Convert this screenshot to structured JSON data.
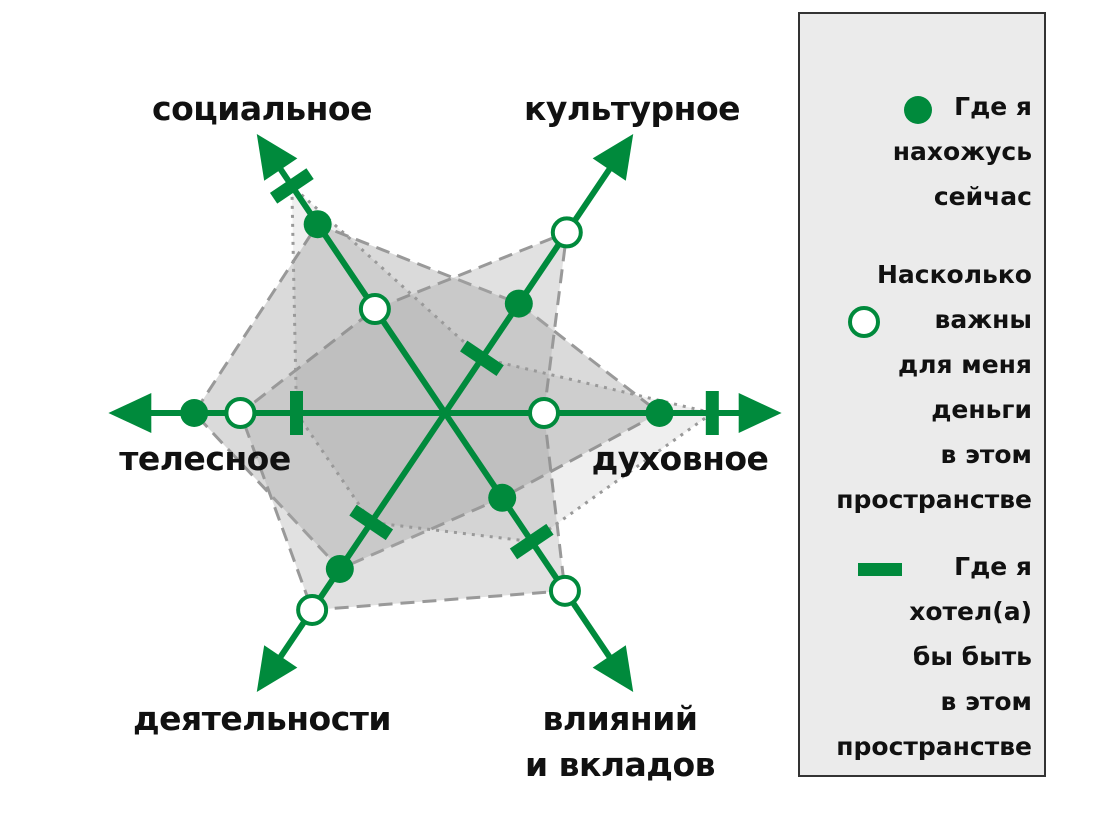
{
  "colors": {
    "green": "#008a3c",
    "legend_bg": "#ebebeb"
  },
  "axes": [
    {
      "key": "spiritual",
      "label": "духовное",
      "angle": 0
    },
    {
      "key": "influence",
      "label": "влияний и вкладов",
      "label_line1": "влияний",
      "label_line2": "и вкладов",
      "angle": 56
    },
    {
      "key": "activity",
      "label": "деятельности",
      "angle": 124
    },
    {
      "key": "bodily",
      "label": "телесное",
      "angle": 180
    },
    {
      "key": "social",
      "label": "социальное",
      "angle": 236
    },
    {
      "key": "cultural",
      "label": "культурное",
      "angle": 304
    }
  ],
  "chart_data": {
    "type": "radar",
    "axes": [
      "духовное",
      "влияний и вкладов",
      "деятельности",
      "телесное",
      "социальное",
      "культурное"
    ],
    "range": [
      0,
      1
    ],
    "series": [
      {
        "name": "Где я нахожусь сейчас",
        "marker": "filled-circle",
        "values": [
          0.65,
          0.31,
          0.57,
          0.76,
          0.69,
          0.4
        ]
      },
      {
        "name": "Насколько важны для меня деньги в этом пространстве",
        "marker": "open-circle",
        "values": [
          0.3,
          0.65,
          0.72,
          0.62,
          0.38,
          0.66
        ]
      },
      {
        "name": "Где я хотел(а) бы быть в этом пространстве",
        "marker": "bar",
        "values": [
          0.81,
          0.47,
          0.4,
          0.45,
          0.83,
          0.2
        ]
      }
    ]
  },
  "legend": {
    "current": "Где я\nнахожусь\nсейчас",
    "money": "Насколько\nважны\nдля меня\nденьги\nв этом\nпространстве",
    "desired": "Где я\nхотел(а)\nбы быть\nв этом\nпространстве"
  }
}
